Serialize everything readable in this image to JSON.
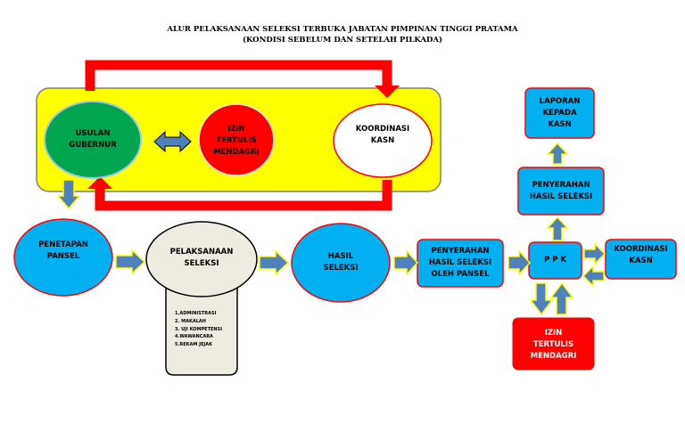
{
  "title": {
    "line1": "ALUR PELAKSANAAN SELEKSI TERBUKA JABATAN PIMPINAN TINGGI PRATAMA",
    "line2": "(KONDISI SEBELUM DAN SETELAH PILKADA)"
  },
  "nodes": {
    "usulan": {
      "l1": "USULAN",
      "l2": "GUBERNUR"
    },
    "izin_top": {
      "l1": "IZIN",
      "l2": "TERTULIS",
      "l3": "MENDAGRI"
    },
    "koordinasi_top": {
      "l1": "KOORDINASI",
      "l2": "KASN"
    },
    "penetapan": {
      "l1": "PENETAPAN",
      "l2": "PANSEL"
    },
    "pelaksanaan": {
      "l1": "PELAKSANAAN",
      "l2": "SELEKSI"
    },
    "hasil": {
      "l1": "HASIL",
      "l2": "SELEKSI"
    },
    "penyerahan_pansel": {
      "l1": "PENYERAHAN",
      "l2": "HASIL SELEKSI",
      "l3": "OLEH PANSEL"
    },
    "ppk": {
      "label": "P P K"
    },
    "koordinasi_right": {
      "l1": "KOORDINASI",
      "l2": "KASN"
    },
    "izin_bottom": {
      "l1": "IZIN",
      "l2": "TERTULIS",
      "l3": "MENDAGRI"
    },
    "penyerahan_hasil": {
      "l1": "PENYERAHAN",
      "l2": "HASIL SELEKSI"
    },
    "laporan": {
      "l1": "LAPORAN",
      "l2": "KEPADA",
      "l3": "KASN"
    }
  },
  "seleksi_steps": [
    "1.ADMINISTRASI",
    "2. MAKALAH",
    "3. UJI KOMPETENSI",
    "4.WAWANCARA",
    "5.REKAM JEJAK"
  ],
  "colors": {
    "yellow": "#ffff00",
    "green": "#00a550",
    "red": "#ff0000",
    "blue": "#00b0f0",
    "beige": "#eeece1",
    "arrow_fill": "#4f81bd",
    "arrow_border": "#ffff00"
  }
}
